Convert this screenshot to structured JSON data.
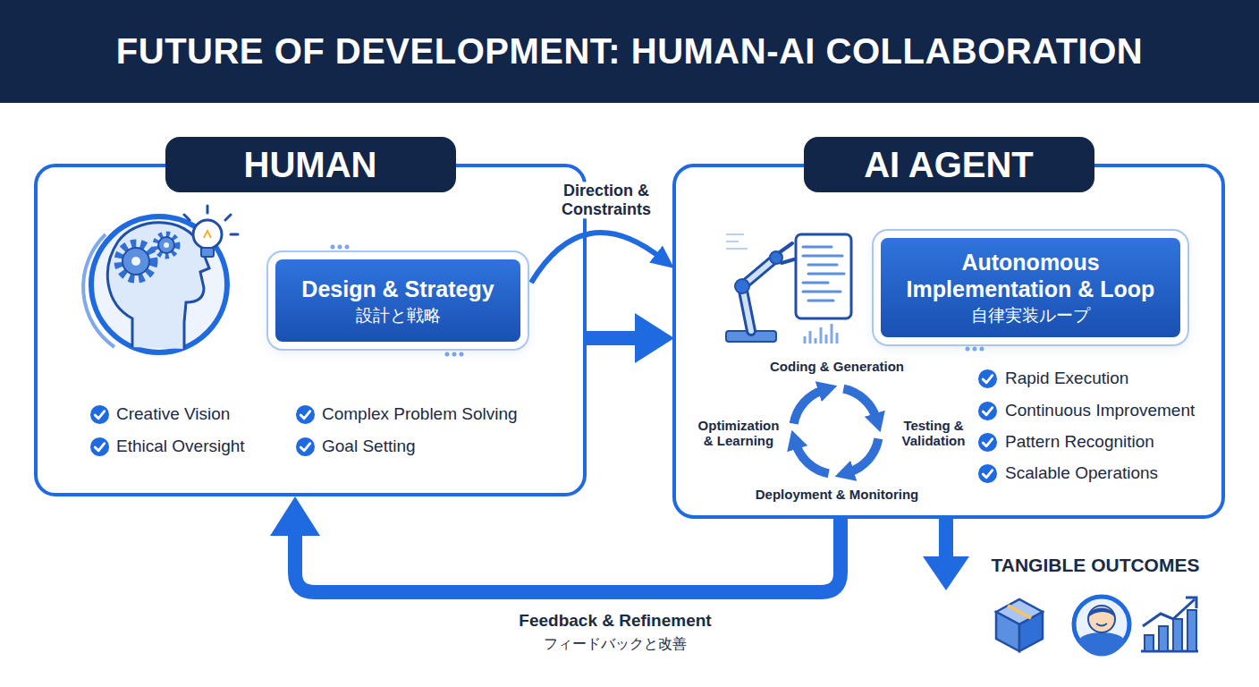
{
  "diagram": {
    "title": "FUTURE OF DEVELOPMENT: HUMAN-AI COLLABORATION",
    "nodes": [
      {
        "text": [
          "HUMAN"
        ]
      },
      {
        "text": [
          "Design & Strategy",
          "設計と戦略"
        ],
        "in": 0
      },
      {
        "text": [
          "AI AGENT"
        ]
      },
      {
        "text": [
          "Autonomous Implementation & Loop",
          "自律実装ループ"
        ],
        "in": 2
      }
    ],
    "edges": [
      {
        "from": 1,
        "to": 2,
        "label": "Direction & Constraints",
        "arrow": "to"
      },
      {
        "from": 0,
        "to": 2,
        "arrow": "to"
      },
      {
        "from": 2,
        "to": 0,
        "label": "Feedback & Refinement",
        "arrow": "to"
      }
    ],
    "labels": [
      "Creative Vision",
      "Complex Problem Solving",
      "Ethical Oversight",
      "Goal Setting",
      "Coding & Generation",
      "Testing & Validation",
      "Deployment & Monitoring",
      "Optimization & Learning",
      "Rapid Execution",
      "Continuous Improvement",
      "Pattern Recognition",
      "Scalable Operations",
      "TANGIBLE OUTCOMES",
      "フィードバックと改善"
    ]
  }
}
